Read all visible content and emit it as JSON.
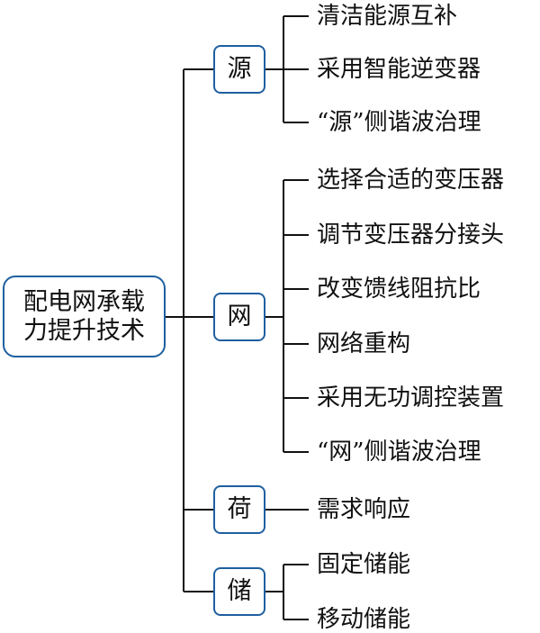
{
  "root": {
    "line1": "配电网承载",
    "line2": "力提升技术"
  },
  "categories": [
    {
      "label": "源",
      "items": [
        "清洁能源互补",
        "采用智能逆变器",
        "“源”侧谐波治理"
      ]
    },
    {
      "label": "网",
      "items": [
        "选择合适的变压器",
        "调节变压器分接头",
        "改变馈线阻抗比",
        "网络重构",
        "采用无功调控装置",
        "“网”侧谐波治理"
      ]
    },
    {
      "label": "荷",
      "items": [
        "需求响应"
      ]
    },
    {
      "label": "储",
      "items": [
        "固定储能",
        "移动储能"
      ]
    }
  ],
  "colors": {
    "box_border": "#1f5fa0",
    "line": "#111111"
  }
}
